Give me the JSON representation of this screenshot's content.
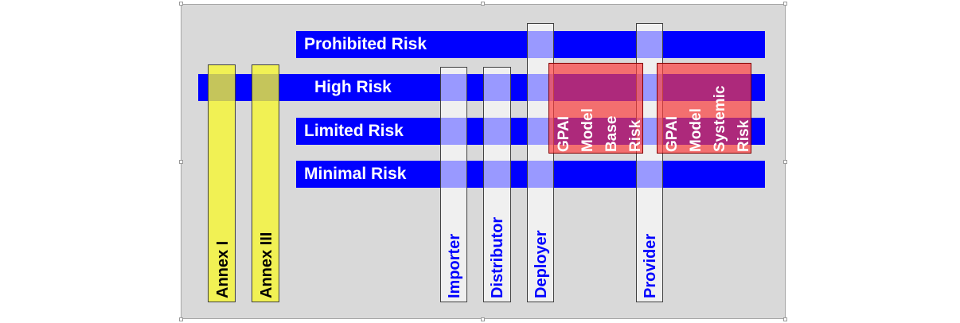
{
  "risk_levels": {
    "prohibited": "Prohibited Risk",
    "high": "High Risk",
    "limited": "Limited Risk",
    "minimal": "Minimal Risk"
  },
  "annexes": {
    "annex1": "Annex I",
    "annex3": "Annex III"
  },
  "roles": {
    "importer": "Importer",
    "distributor": "Distributor",
    "deployer": "Deployer",
    "provider": "Provider"
  },
  "gpai": {
    "base": [
      "GPAI",
      "Model",
      "Base",
      "Risk"
    ],
    "systemic": [
      "GPAI",
      "Model",
      "Systemic",
      "Risk"
    ]
  },
  "colors": {
    "band_blue": "#0000ff",
    "annex_yellow": "#f6f632",
    "gpai_red": "#ff3c3c",
    "background_gray": "#d9d9d9"
  }
}
